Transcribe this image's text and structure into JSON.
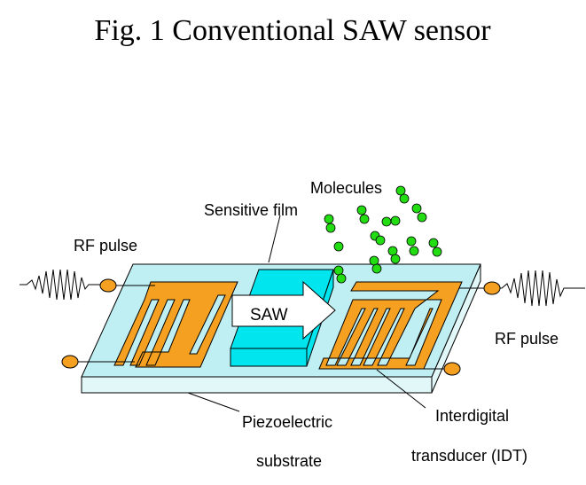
{
  "figure": {
    "title": "Fig. 1 Conventional SAW sensor"
  },
  "labels": {
    "molecules": "Molecules",
    "sensitive_film": "Sensitive film",
    "rf_pulse_in": "RF pulse",
    "rf_pulse_out": "RF pulse",
    "saw": "SAW",
    "piezo_line1": "Piezoelectric",
    "piezo_line2": "substrate",
    "idt_line1": "Interdigital",
    "idt_line2": "transducer (IDT)"
  },
  "colors": {
    "substrate_top": "#bfeff2",
    "substrate_edge": "#e2f7f8",
    "film": "#00e5ee",
    "electrode": "#f5a020",
    "molecule": "#22dd11",
    "outline": "#000000"
  }
}
